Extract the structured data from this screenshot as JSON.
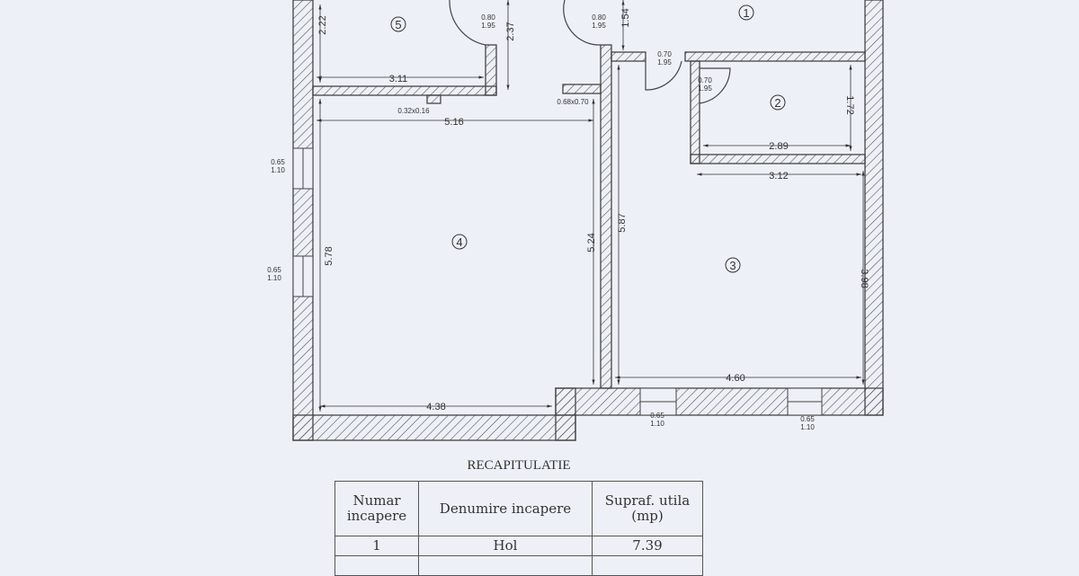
{
  "plan": {
    "rooms": [
      "1",
      "2",
      "3",
      "4",
      "5"
    ],
    "dimensions": {
      "r5_height": "2.22",
      "r5_width": "3.11",
      "corr_height": "2.37",
      "hall_height": "1.54",
      "r4_width_top": "5.16",
      "r4_width_bottom": "4.38",
      "r4_height_left": "5.78",
      "r4_height_right": "5.24",
      "r3_height_left": "5.87",
      "r3_width_top": "3.12",
      "r3_width_bottom": "4.60",
      "r3_height_right": "3.98",
      "r2_width": "2.89",
      "r2_height": "1.72"
    },
    "doors": [
      {
        "w": "0.80",
        "h": "1.95"
      },
      {
        "w": "0.80",
        "h": "1.95"
      },
      {
        "w": "0.70",
        "h": "1.95"
      },
      {
        "w": "0.70",
        "h": "1.95"
      }
    ],
    "windows": [
      {
        "w": "0.65",
        "h": "1.10"
      },
      {
        "w": "0.65",
        "h": "1.10"
      },
      {
        "w": "0.65",
        "h": "1.10"
      },
      {
        "w": "0.65",
        "h": "1.10"
      }
    ],
    "columns": [
      "0.32x0.16",
      "0.68x0.70"
    ]
  },
  "recap": {
    "title": "RECAPITULATIE",
    "headers": [
      "Numar incapere",
      "Denumire incapere",
      "Supraf. utila (mp)"
    ],
    "rows": [
      [
        "1",
        "Hol",
        "7.39"
      ]
    ]
  }
}
